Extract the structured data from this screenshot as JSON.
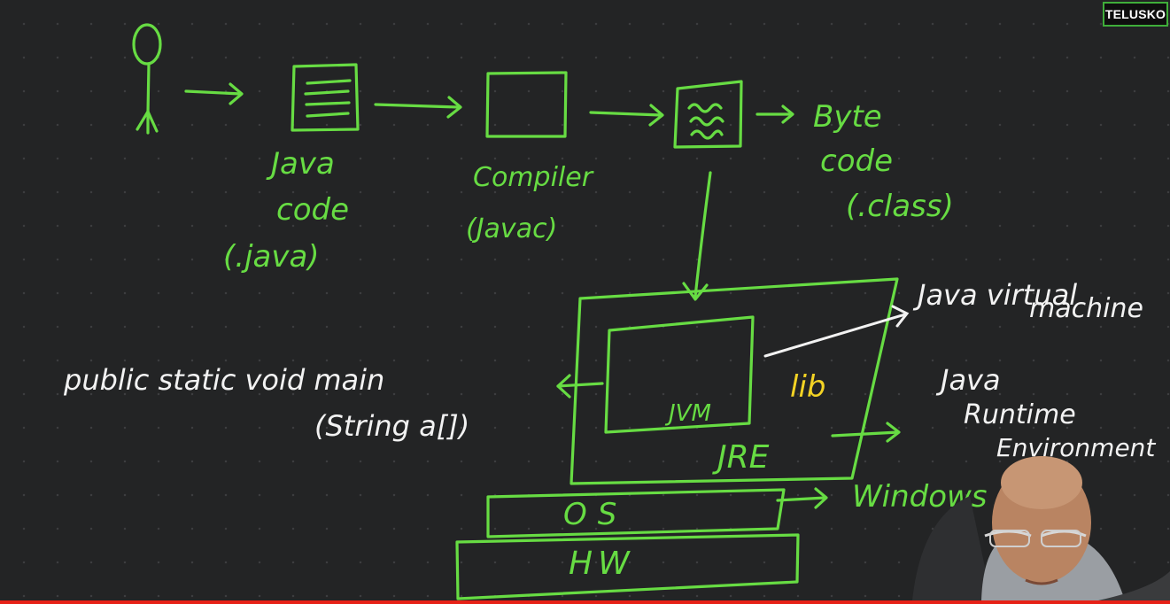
{
  "brand": {
    "logo_text": "TELUSKO"
  },
  "diagram": {
    "java_code": [
      "Java",
      "code",
      "(.java)"
    ],
    "compiler": [
      "Compiler",
      "(Javac)"
    ],
    "byte_code": [
      "Byte",
      "code",
      "(.class)"
    ],
    "jvm_full": [
      "Java  virtual",
      "machine"
    ],
    "main_signature": [
      "public  static  void  main",
      "(String a[])"
    ],
    "jvm_label": "JVM",
    "lib_label": "lib",
    "jre_label": "JRE",
    "jre_full": [
      "Java",
      "Runtime",
      "Environment"
    ],
    "os_label": "OS",
    "os_example": "Windows",
    "hw_label": "HW"
  },
  "colors": {
    "ink_green": "#67dc43",
    "ink_white": "#f2f2f2",
    "ink_yellow": "#f3d324",
    "board": "#232425",
    "progress": "#e62117"
  },
  "video": {
    "progress_fraction": 1.0
  }
}
